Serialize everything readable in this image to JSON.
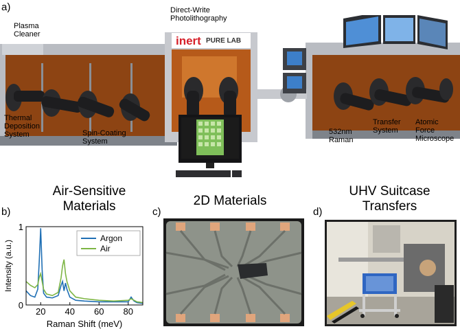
{
  "panel_a": {
    "letter": "a)",
    "labels": {
      "plasma_cleaner": [
        "Plasma",
        "Cleaner"
      ],
      "direct_write": [
        "Direct-Write",
        "Photolithography"
      ],
      "thermal_deposition": [
        "Thermal",
        "Deposition",
        "System"
      ],
      "spin_coating": [
        "Spin-Coating",
        "System"
      ],
      "raman": [
        "532nm",
        "Raman"
      ],
      "transfer_system": [
        "Transfer",
        "System"
      ],
      "afm": [
        "Atomic",
        "Force",
        "Microscope"
      ]
    },
    "logo_inert": "inert",
    "logo_purelab": "PURE LAB"
  },
  "panel_b": {
    "letter": "b)",
    "heading": [
      "Air-Sensitive",
      "Materials"
    ]
  },
  "panel_c": {
    "letter": "c)",
    "heading": "2D Materials"
  },
  "panel_d": {
    "letter": "d)",
    "heading": [
      "UHV Suitcase",
      "Transfers"
    ]
  },
  "chart_data": {
    "type": "line",
    "xlabel": "Raman Shift (meV)",
    "ylabel": "Intensity (a.u.)",
    "xlim": [
      10,
      90
    ],
    "ylim": [
      0,
      1
    ],
    "xticks": [
      20,
      40,
      60,
      80
    ],
    "yticks": [
      0,
      1
    ],
    "legend_position": "top-right",
    "series": [
      {
        "name": "Argon",
        "color": "#1f6fb4",
        "x": [
          10,
          13,
          16,
          18,
          19,
          20,
          21,
          22,
          24,
          28,
          32,
          34,
          35,
          36,
          37,
          38,
          40,
          44,
          50,
          60,
          70,
          80,
          82,
          84,
          86,
          90
        ],
        "y": [
          0.18,
          0.12,
          0.1,
          0.2,
          0.55,
          0.98,
          0.45,
          0.15,
          0.1,
          0.09,
          0.12,
          0.25,
          0.3,
          0.18,
          0.28,
          0.2,
          0.1,
          0.06,
          0.05,
          0.04,
          0.04,
          0.04,
          0.1,
          0.05,
          0.03,
          0.02
        ]
      },
      {
        "name": "Air",
        "color": "#7db544",
        "x": [
          10,
          13,
          16,
          18,
          19,
          20,
          21,
          22,
          24,
          28,
          32,
          34,
          35,
          36,
          37,
          38,
          40,
          44,
          50,
          60,
          70,
          80,
          82,
          84,
          86,
          90
        ],
        "y": [
          0.3,
          0.25,
          0.22,
          0.26,
          0.35,
          0.4,
          0.3,
          0.2,
          0.14,
          0.12,
          0.16,
          0.35,
          0.5,
          0.58,
          0.4,
          0.3,
          0.18,
          0.1,
          0.08,
          0.06,
          0.05,
          0.06,
          0.08,
          0.06,
          0.04,
          0.03
        ]
      }
    ]
  },
  "colors": {
    "steel": "#b9bcc2",
    "steel_dark": "#7e838a",
    "window_orange": "#b65a1a",
    "window_deep": "#5c2a0c",
    "logo_red": "#d6202a",
    "micro_bg": "#8e938a",
    "pad_color": "#e0a57c"
  }
}
